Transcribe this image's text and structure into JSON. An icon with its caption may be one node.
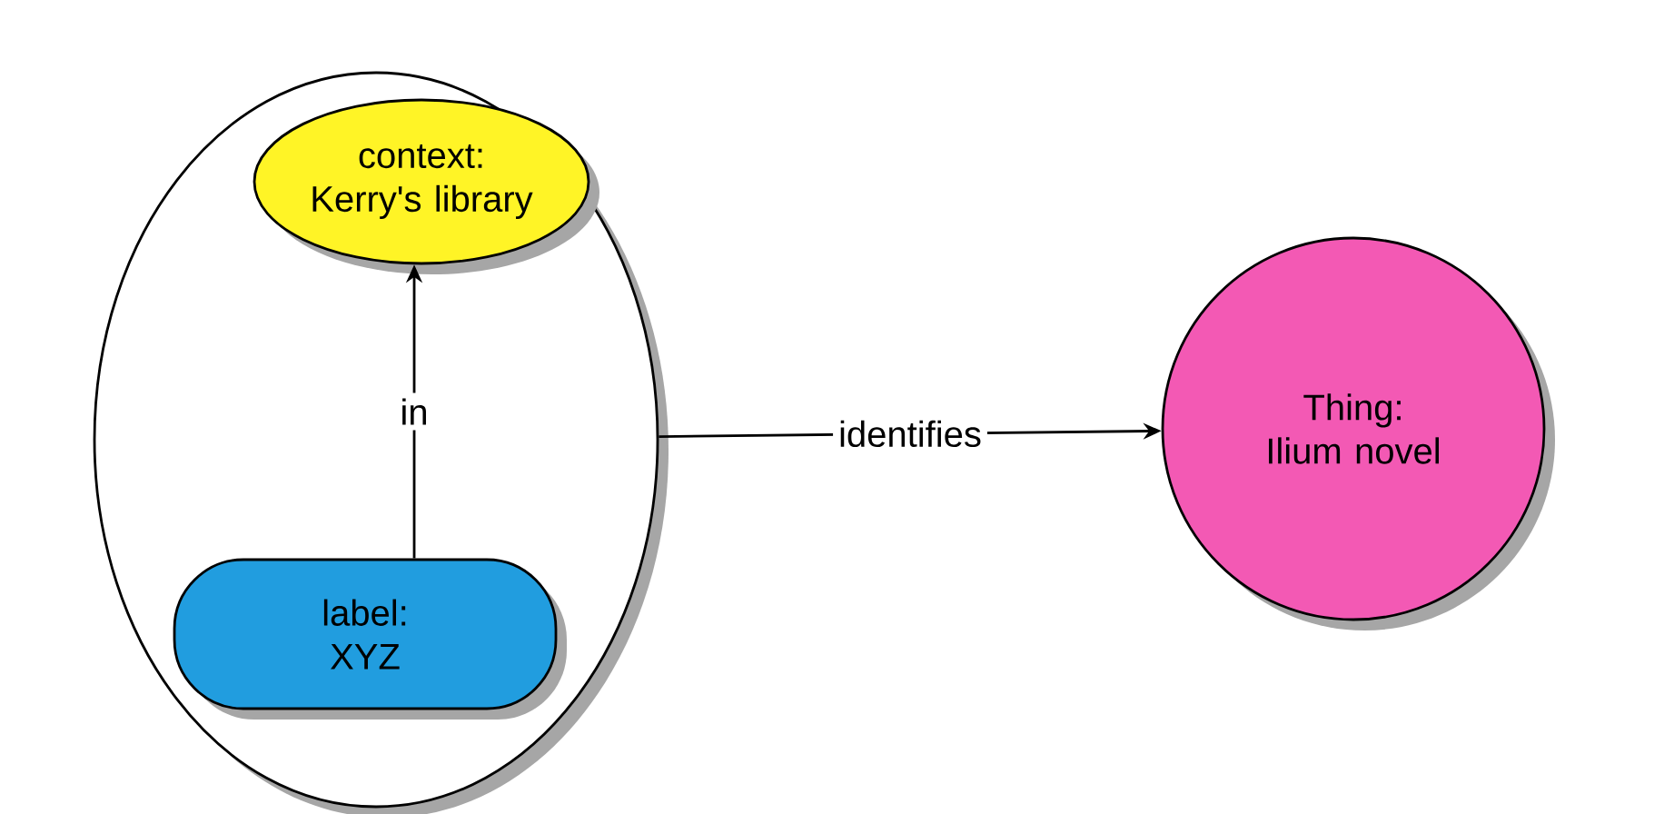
{
  "diagram": {
    "nodes": [
      {
        "text": [],
        "shape": "ellipse"
      },
      {
        "text": [
          "context: Kerry's library"
        ],
        "in": 0
      },
      {
        "text": [
          "label: XYZ"
        ],
        "in": 0
      },
      {
        "text": [
          "Thing: Ilium novel"
        ]
      }
    ],
    "edges": [
      {
        "from": 2,
        "to": 1,
        "arrow": "to",
        "label": "in"
      },
      {
        "from": 0,
        "to": 3,
        "arrow": "to",
        "label": "identifies"
      }
    ]
  }
}
